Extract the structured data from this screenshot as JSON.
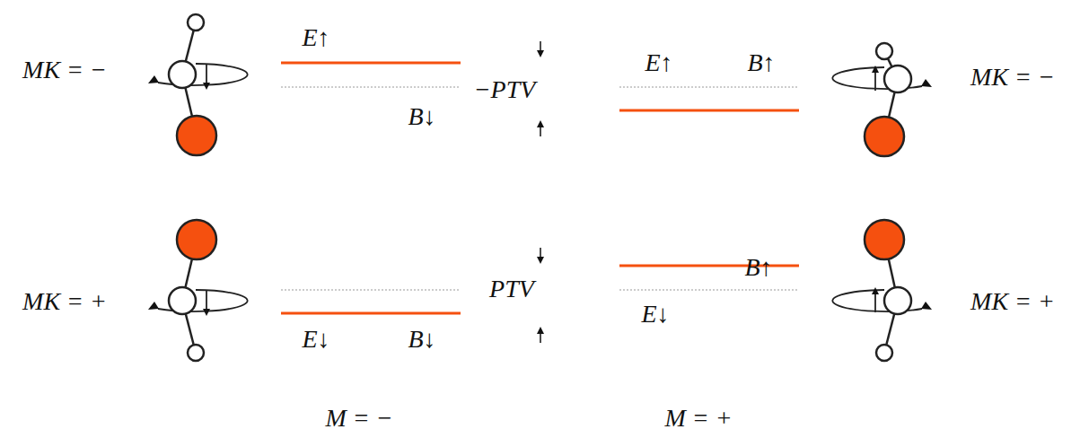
{
  "diagram": {
    "labels": [
      "E↑",
      "MK = −",
      "E↑",
      "B↑",
      "MK = −",
      "−PTV",
      "B↓",
      "B↑",
      "PTV",
      "MK = +",
      "MK = +",
      "E↓",
      "B↓",
      "E↓",
      "M = −",
      "M = +"
    ]
  }
}
